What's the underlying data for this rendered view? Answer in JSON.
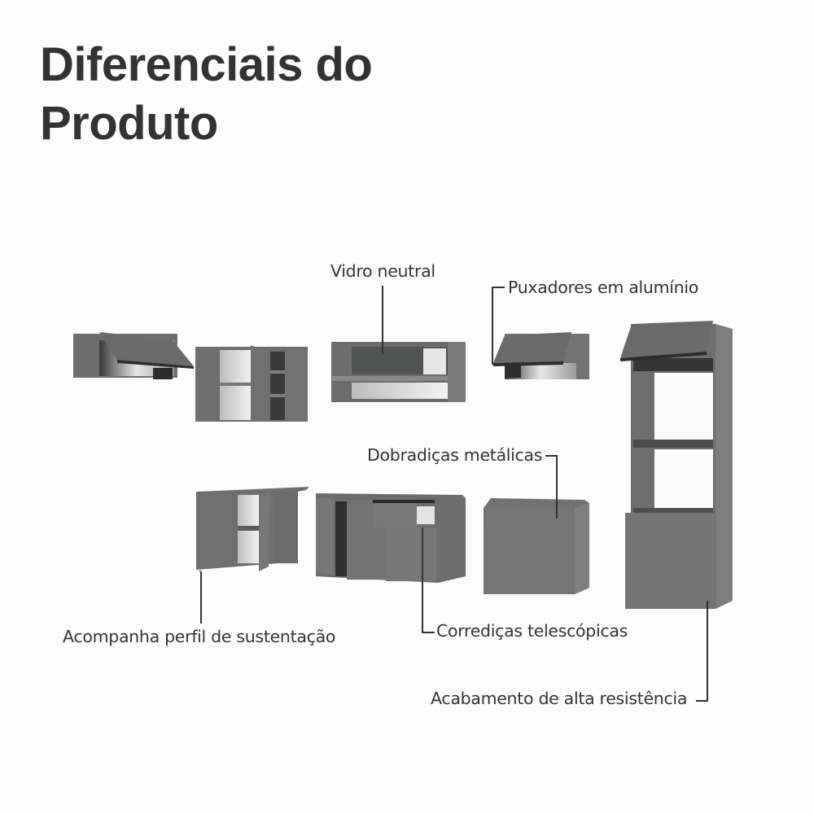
{
  "page": {
    "title_line1": "Diferenciais do",
    "title_line2": "Produto"
  },
  "features": [
    {
      "id": "glass",
      "label": "Vidro neutral"
    },
    {
      "id": "handles",
      "label": "Puxadores em alumínio"
    },
    {
      "id": "hinges",
      "label": "Dobradiças metálicas"
    },
    {
      "id": "support",
      "label": "Acompanha perfil de sustentação"
    },
    {
      "id": "slides",
      "label": "Corrediças telescópicas"
    },
    {
      "id": "finish",
      "label": "Acabamento de alta resistência"
    }
  ],
  "colors": {
    "background": "#fdfdfd",
    "text": "#333333",
    "cabinet": "#6f6f6f",
    "cabinet_dark": "#4d4d4d",
    "cabinet_light": "#8a8a8a",
    "interior": "#d9d9d9"
  },
  "modules": [
    {
      "id": "upper-flip-left"
    },
    {
      "id": "upper-corner-shelves"
    },
    {
      "id": "upper-glass"
    },
    {
      "id": "upper-flip-small"
    },
    {
      "id": "tower-oven"
    },
    {
      "id": "lower-corner"
    },
    {
      "id": "lower-drawer"
    },
    {
      "id": "lower-single-door"
    }
  ]
}
